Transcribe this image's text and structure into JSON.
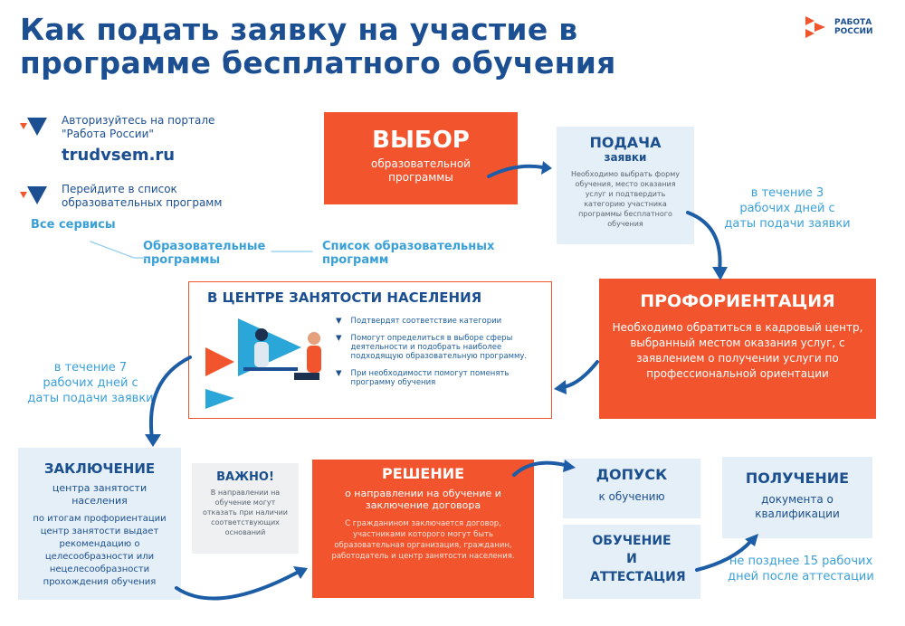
{
  "title": [
    "Как подать заявку на участие в",
    "программе бесплатного обучения"
  ],
  "logo": {
    "line1": "РАБОТА",
    "line2": "РОССИИ"
  },
  "intro": {
    "step1": [
      "Авторизуйтесь на портале",
      "\"Работа России\""
    ],
    "link": "trudvsem.ru",
    "step2": [
      "Перейдите в список",
      "образовательных программ"
    ],
    "path": [
      "Все сервисы",
      "Образовательные программы",
      "Список образовательных программ"
    ]
  },
  "vybor": {
    "title": "ВЫБОР",
    "sub": "образовательной программы"
  },
  "podacha": {
    "title": "ПОДАЧА",
    "sub": "заявки",
    "text": "Необходимо выбрать форму обучения, место оказания услуг и подтвердить категорию участника программы бесплатного обучения"
  },
  "term1": "в течение 3 рабочих дней с даты подачи заявки",
  "proforient": {
    "title": "ПРОФОРИЕНТАЦИЯ",
    "text": "Необходимо обратиться в кадровый центр, выбранный местом оказания услуг, с заявлением о получении услуги по профессиональной ориентации"
  },
  "center": {
    "title": "В ЦЕНТРЕ ЗАНЯТОСТИ НАСЕЛЕНИЯ",
    "items": [
      "Подтвердят соответствие категории",
      "Помогут определиться в выборе сферы деятельности и подобрать наиболее подходящую образовательную программу.",
      "При необходимости помогут поменять программу обучения"
    ]
  },
  "term2": "в течение 7 рабочих дней с даты подачи заявки",
  "zakl": {
    "title": "ЗАКЛЮЧЕНИЕ",
    "sub": "центра занятости населения",
    "text": "по итогам профориентации центр занятости выдает рекомендацию о целесообразности или нецелесообразности прохождения обучения"
  },
  "vazhno": {
    "title": "ВАЖНО!",
    "text": "В направлении на обучение могут отказать при наличии соответствующих оснований"
  },
  "reshenie": {
    "title": "РЕШЕНИЕ",
    "sub": "о направлении на обучение и заключение договора",
    "text": "С гражданином заключается договор, участниками которого могут быть образовательная организация, гражданин, работодатель и центр занятости населения."
  },
  "dopusk": {
    "title": "ДОПУСК",
    "sub": "к обучению"
  },
  "obuch": {
    "title": "ОБУЧЕНИЕ И АТТЕСТАЦИЯ"
  },
  "poluch": {
    "title": "ПОЛУЧЕНИЕ",
    "sub": "документа о квалификации"
  },
  "term3": "не позднее 15 рабочих дней после аттестации",
  "colors": {
    "orange": "#f2542d",
    "blue": "#1c4f92",
    "cyan": "#3aa0d8"
  }
}
